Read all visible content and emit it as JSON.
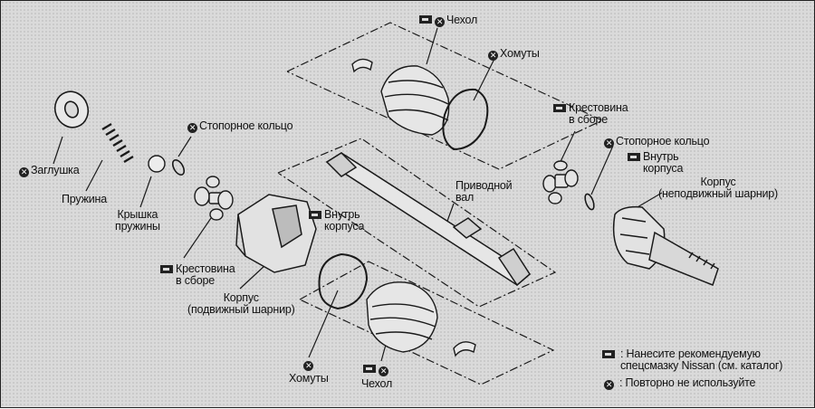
{
  "labels": {
    "boot_top": "Чехол",
    "clamps_top": "Хомуты",
    "snap_ring_left": "Стопорное кольцо",
    "plug": "Заглушка",
    "spring": "Пружина",
    "spring_cap": "Крышка\nпружины",
    "spider_left": "Крестовина\nв сборе",
    "inside_housing_mid": "Внутрь\nкорпуса",
    "drive_shaft": "Приводной\nвал",
    "housing_sliding": "Корпус\n(подвижный шарнир)",
    "clamps_bottom": "Хомуты",
    "boot_bottom": "Чехол",
    "spider_right": "Крестовина\nв сборе",
    "snap_ring_right": "Стопорное кольцо",
    "inside_housing_right": "Внутрь\nкорпуса",
    "housing_fixed": "Корпус\n(неподвижный шарнир)"
  },
  "legend": {
    "grease_text": ": Нанесите рекомендуемую\nспецсмазку Nissan (см. каталог)",
    "no_reuse_text": ": Повторно не используйте"
  },
  "icons": {
    "no_reuse": "cross-circle-icon",
    "grease": "grease-tube-icon"
  }
}
